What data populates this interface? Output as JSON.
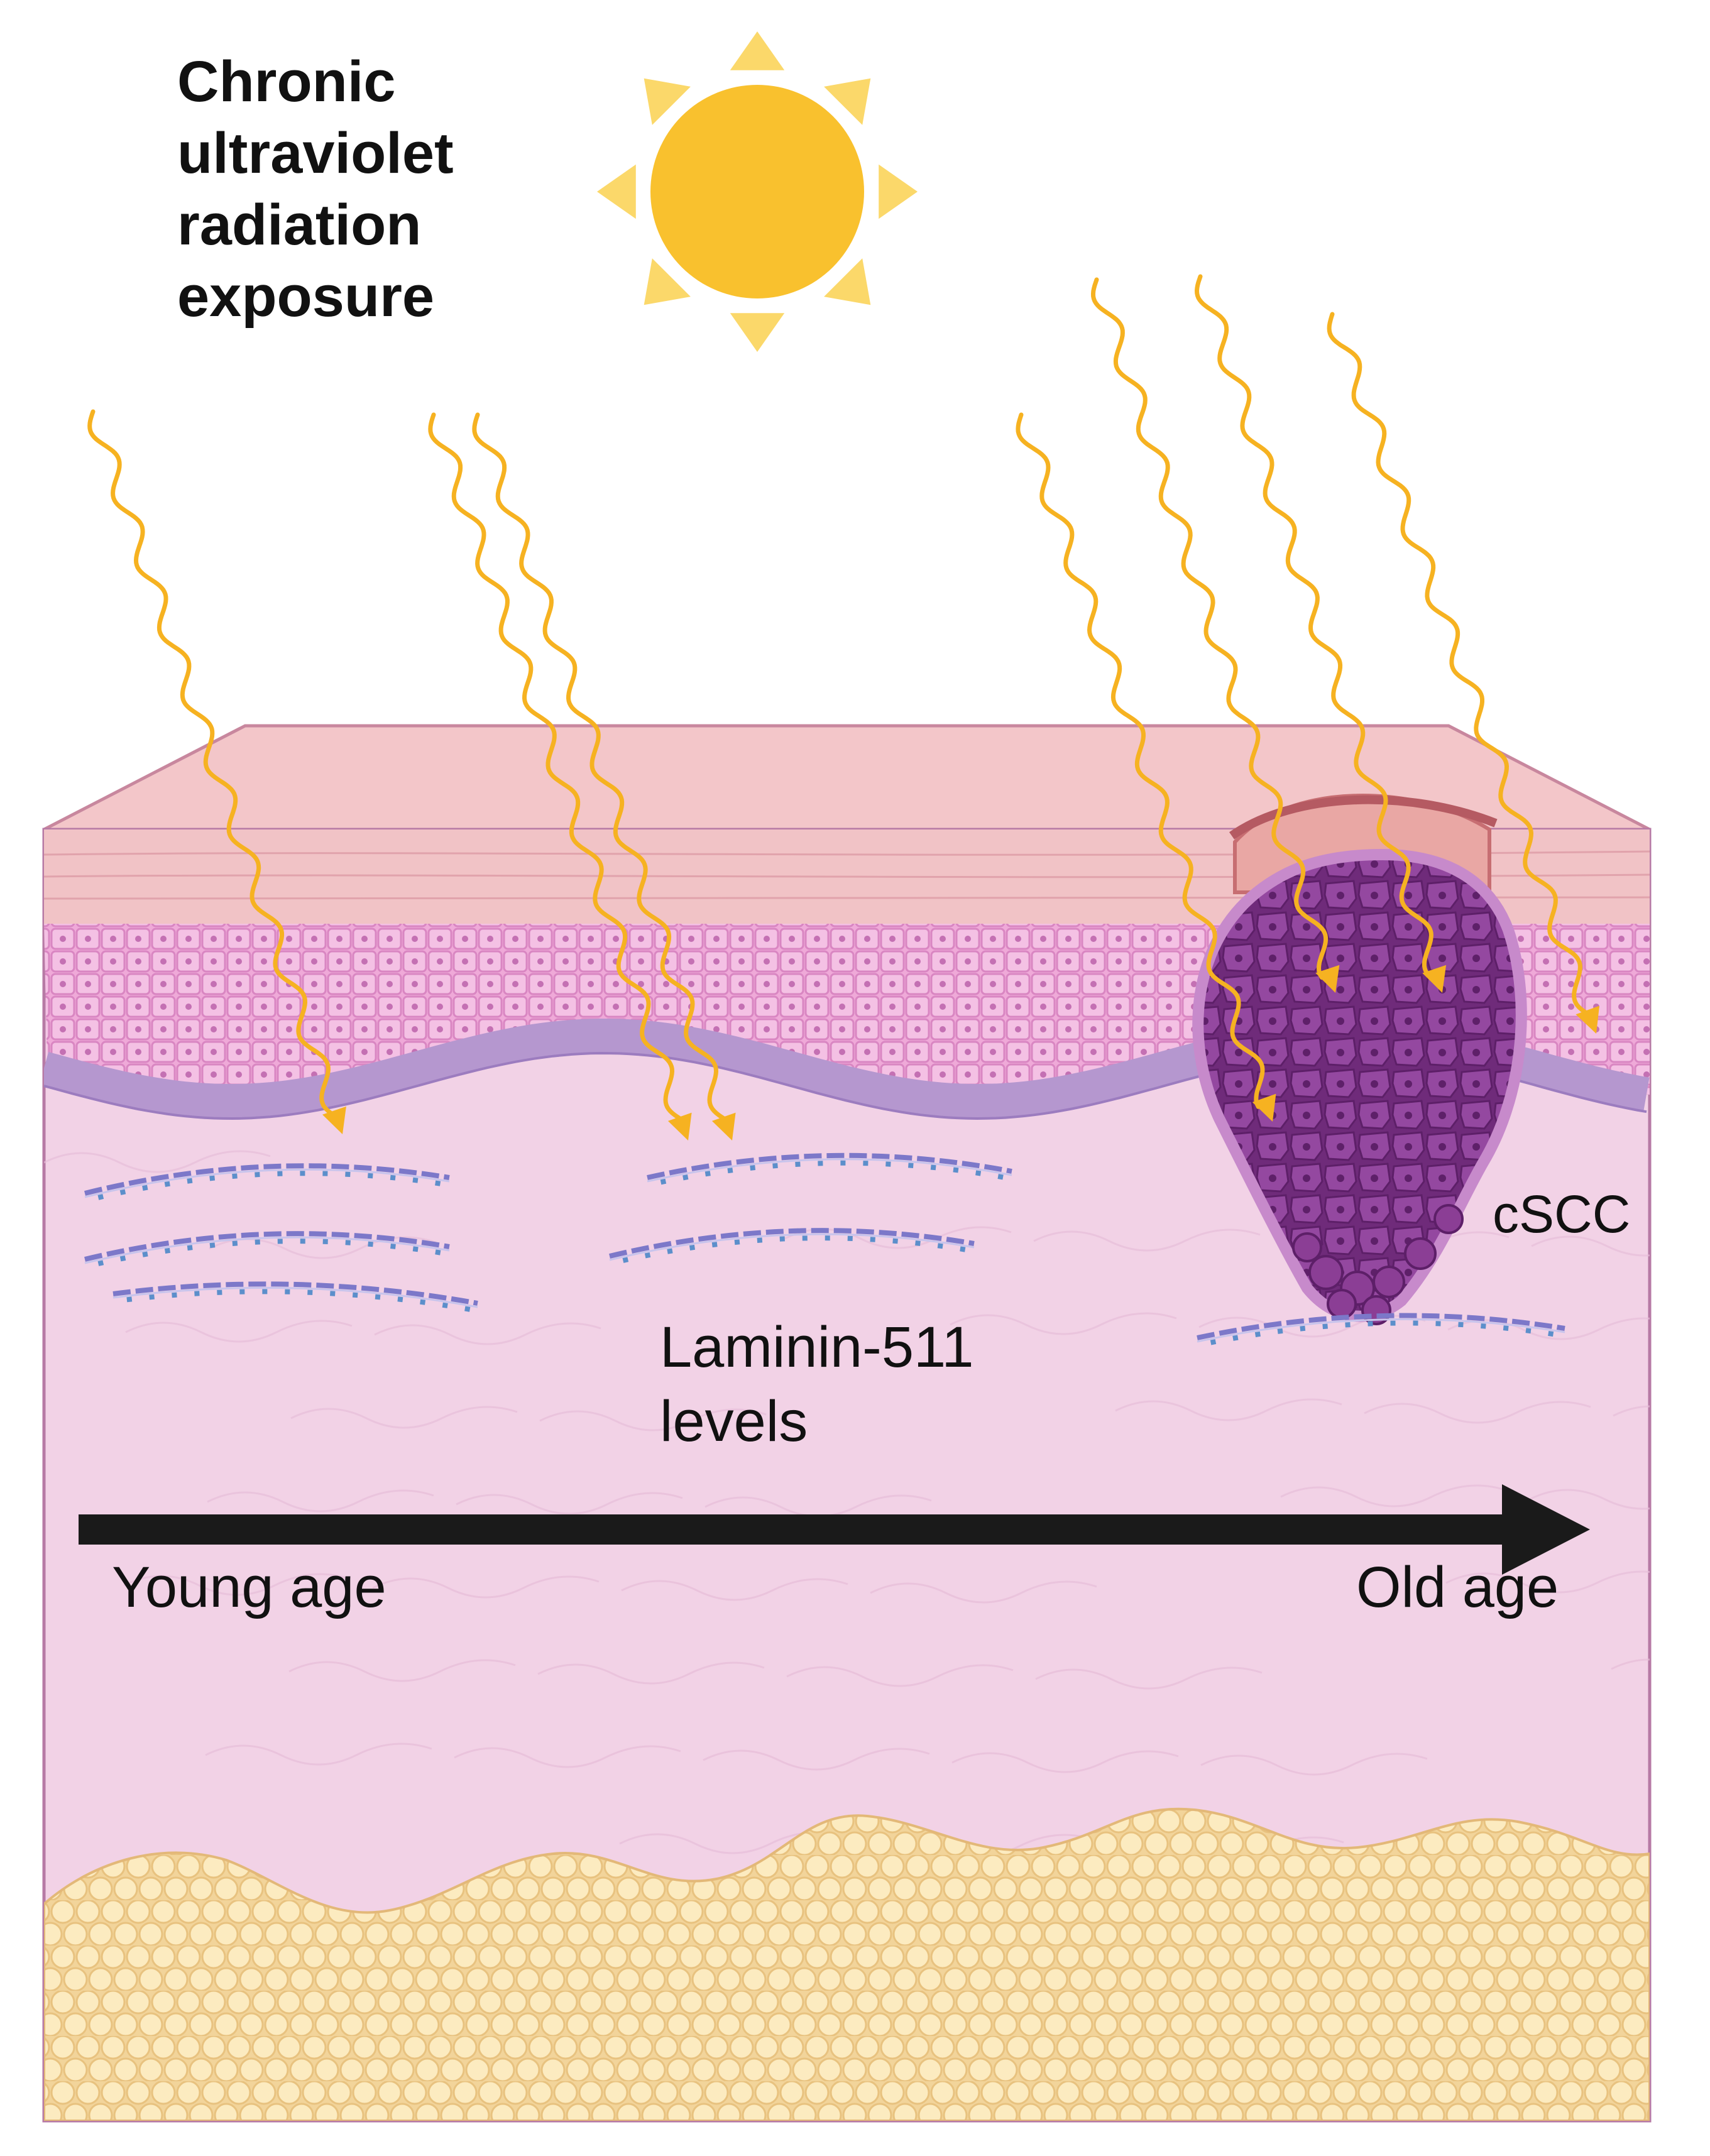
{
  "title_lines": [
    "Chronic",
    "ultraviolet",
    "radiation",
    "exposure"
  ],
  "labels": {
    "laminin_line1": "Laminin-511",
    "laminin_line2": "levels",
    "tumor": "cSCC",
    "axis_start": "Young age",
    "axis_end": "Old age"
  },
  "colors": {
    "sun": "#F9C12E",
    "uv_ray": "#F6B221",
    "stratum_corneum": "#F2C4C8",
    "epidermis": "#EFA9D8",
    "basal_layer": "#B99AD3",
    "dermis": "#F2D2E6",
    "fat": "#FBE7B0",
    "tumor": "#8E3E97",
    "arrow": "#1A1A1A"
  }
}
